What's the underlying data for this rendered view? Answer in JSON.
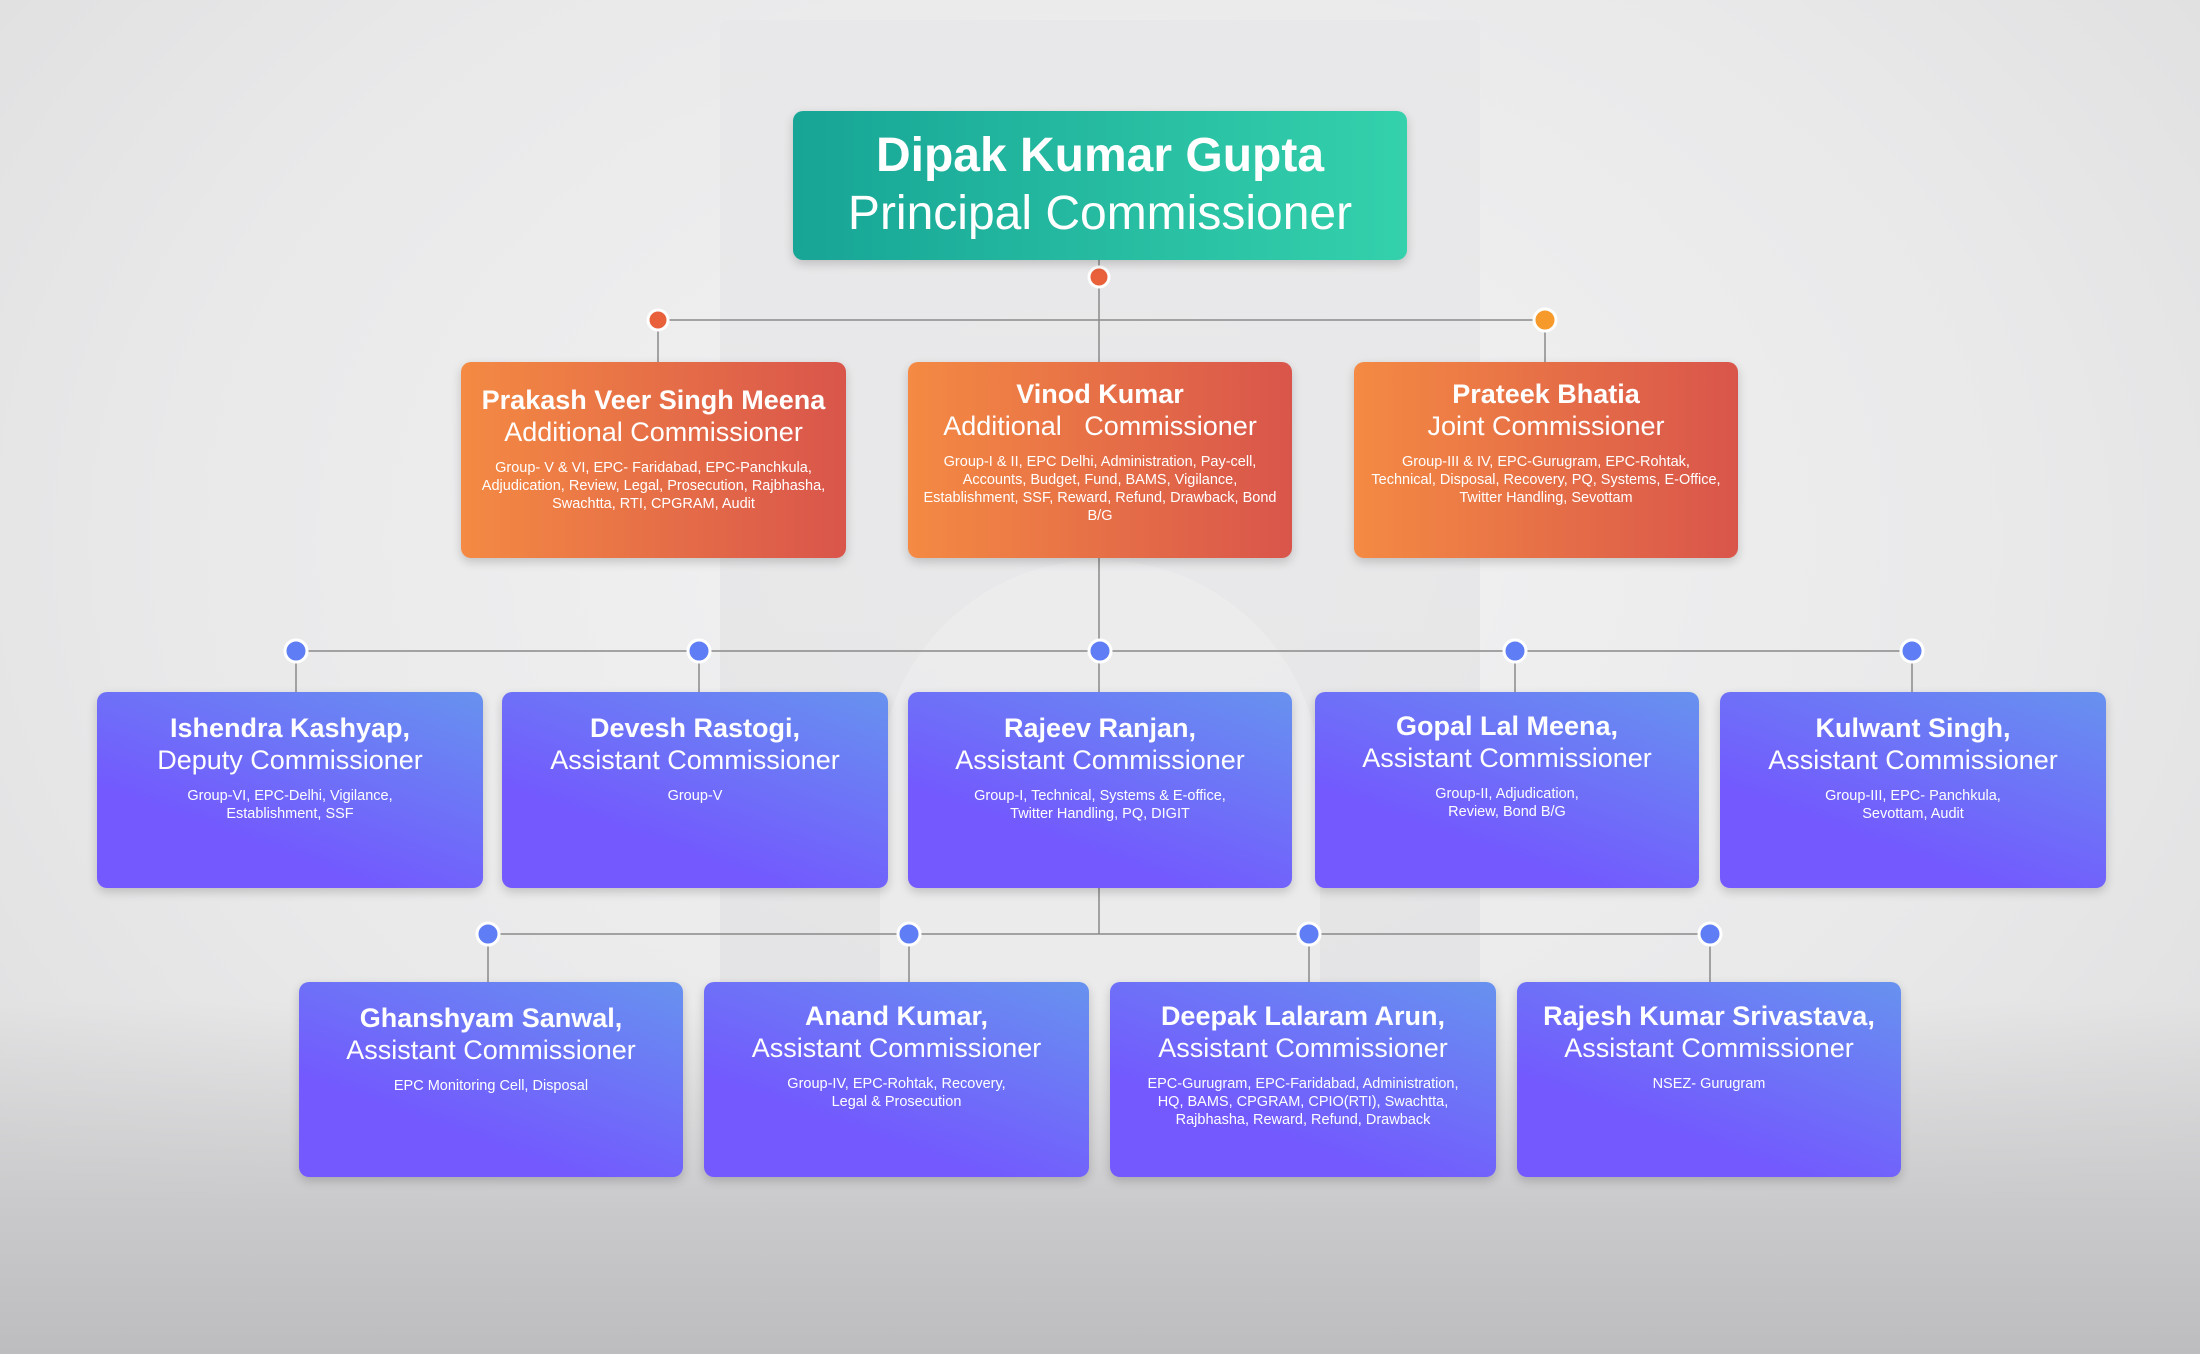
{
  "colors": {
    "top": "#1fb69e",
    "level2": "#e86f47",
    "level3": "#7062fb",
    "dot_orange": "#e8613a",
    "dot_blue": "#5f6ef5"
  },
  "top": {
    "name": "Dipak Kumar Gupta",
    "title": "Principal Commissioner"
  },
  "level2": [
    {
      "name": "Prakash Veer Singh Meena",
      "title": "Additional Commissioner",
      "details": "Group- V & VI, EPC- Faridabad, EPC-Panchkula, Adjudication, Review, Legal, Prosecution, Rajbhasha, Swachtta, RTI, CPGRAM, Audit"
    },
    {
      "name": "Vinod Kumar",
      "title": "Additional   Commissioner",
      "details": "Group-I & II, EPC Delhi, Administration, Pay-cell, Accounts, Budget, Fund, BAMS, Vigilance, Establishment, SSF, Reward, Refund, Drawback, Bond B/G"
    },
    {
      "name": "Prateek Bhatia",
      "title": "Joint Commissioner",
      "details": "Group-III & IV, EPC-Gurugram, EPC-Rohtak, Technical, Disposal, Recovery, PQ, Systems, E-Office, Twitter Handling, Sevottam"
    }
  ],
  "level3": [
    {
      "name": "Ishendra Kashyap,",
      "title": "Deputy Commissioner",
      "details": "Group-VI, EPC-Delhi, Vigilance, Establishment, SSF"
    },
    {
      "name": "Devesh Rastogi,",
      "title": "Assistant Commissioner",
      "details": "Group-V"
    },
    {
      "name": "Rajeev Ranjan,",
      "title": "Assistant Commissioner",
      "details": "Group-I, Technical, Systems & E-office, Twitter Handling, PQ, DIGIT"
    },
    {
      "name": "Gopal Lal Meena,",
      "title": "Assistant Commissioner",
      "details": "Group-II, Adjudication, Review, Bond B/G"
    },
    {
      "name": "Kulwant Singh,",
      "title": "Assistant Commissioner",
      "details": "Group-III, EPC- Panchkula, Sevottam, Audit"
    }
  ],
  "level4": [
    {
      "name": "Ghanshyam Sanwal,",
      "title": "Assistant Commissioner",
      "details": "EPC Monitoring Cell, Disposal"
    },
    {
      "name": "Anand Kumar,",
      "title": "Assistant Commissioner",
      "details": "Group-IV, EPC-Rohtak, Recovery, Legal & Prosecution"
    },
    {
      "name": "Deepak Lalaram Arun,",
      "title": "Assistant Commissioner",
      "details": "EPC-Gurugram, EPC-Faridabad, Administration, HQ, BAMS, CPGRAM, CPIO(RTI), Swachtta, Rajbhasha, Reward, Refund, Drawback"
    },
    {
      "name": "Rajesh Kumar Srivastava,",
      "title": "Assistant Commissioner",
      "details": "NSEZ- Gurugram"
    }
  ]
}
